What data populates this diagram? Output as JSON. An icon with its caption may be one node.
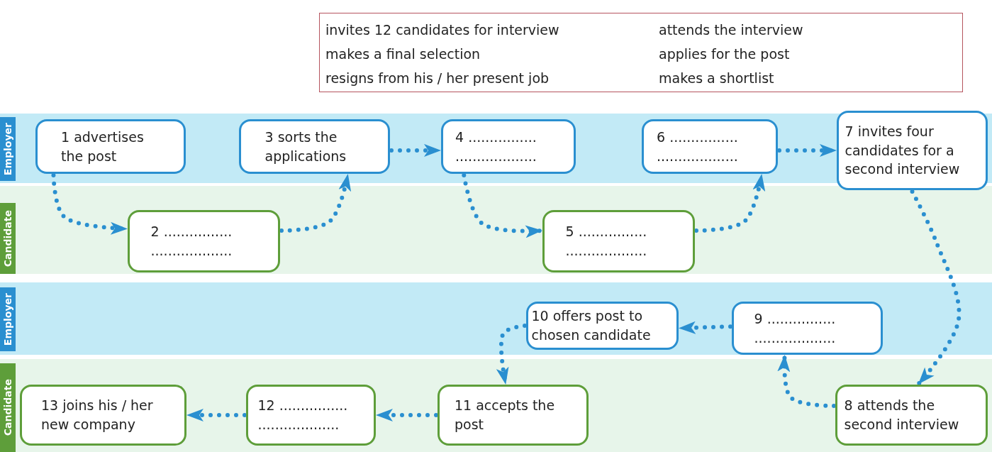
{
  "diagram": {
    "nodes": [
      {
        "text": [
          "invites 12 candidates for interview",
          "attends the interview",
          "makes a final selection",
          "applies for the post",
          "resigns from his / her present job",
          "makes a shortlist"
        ]
      },
      {
        "text": [
          "1 advertises the post"
        ]
      },
      {
        "text": [
          "2 ................ ..................."
        ]
      },
      {
        "text": [
          "3 sorts the applications"
        ]
      },
      {
        "text": [
          "4 ................ ..................."
        ]
      },
      {
        "text": [
          "5 ................ ..................."
        ]
      },
      {
        "text": [
          "6 ................ ..................."
        ]
      },
      {
        "text": [
          "7 invites four candidates for a second interview"
        ]
      },
      {
        "text": [
          "8 attends the second interview"
        ]
      },
      {
        "text": [
          "9 ................ ..................."
        ]
      },
      {
        "text": [
          "10 offers post to chosen candidate"
        ]
      },
      {
        "text": [
          "11 accepts the post"
        ]
      },
      {
        "text": [
          "12 ................ ..................."
        ]
      },
      {
        "text": [
          "13 joins his / her new company"
        ]
      }
    ],
    "edges": [
      {
        "from": 1,
        "to": 2,
        "arrow": "to"
      },
      {
        "from": 2,
        "to": 3,
        "arrow": "to"
      },
      {
        "from": 3,
        "to": 4,
        "arrow": "to"
      },
      {
        "from": 4,
        "to": 5,
        "arrow": "to"
      },
      {
        "from": 5,
        "to": 6,
        "arrow": "to"
      },
      {
        "from": 6,
        "to": 7,
        "arrow": "to"
      },
      {
        "from": 7,
        "to": 8,
        "arrow": "to"
      },
      {
        "from": 8,
        "to": 9,
        "arrow": "to"
      },
      {
        "from": 9,
        "to": 10,
        "arrow": "to"
      },
      {
        "from": 10,
        "to": 11,
        "arrow": "to"
      },
      {
        "from": 11,
        "to": 12,
        "arrow": "to"
      },
      {
        "from": 12,
        "to": 13,
        "arrow": "to"
      }
    ],
    "labels": [
      "Employer",
      "Candidate",
      "Employer",
      "Candidate"
    ]
  }
}
